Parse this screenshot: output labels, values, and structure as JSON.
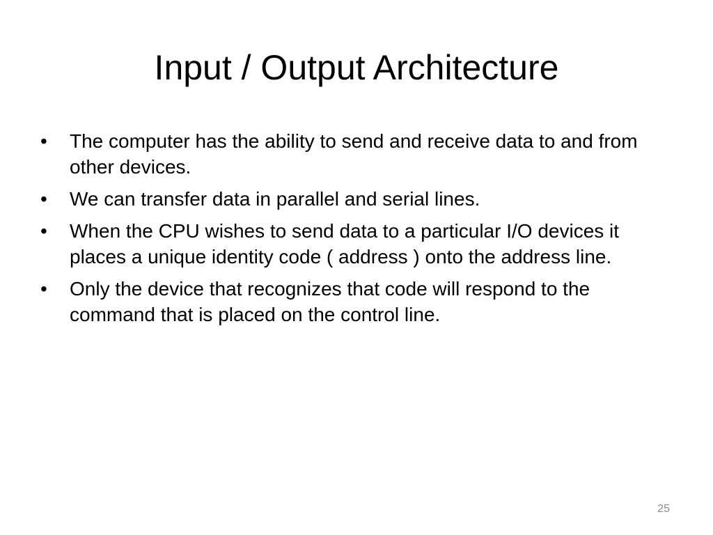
{
  "slide": {
    "title": "Input / Output Architecture",
    "bullet_symbol": "•",
    "bullets": [
      "The computer has the ability to send and receive data to and from other devices.",
      "We can transfer data in parallel and serial lines.",
      "When the CPU wishes to send data to a particular I/O devices it places a unique identity code ( address ) onto the address line.",
      "Only the device that recognizes that code will respond to the command that is placed on the control line."
    ],
    "page_number": "25"
  }
}
